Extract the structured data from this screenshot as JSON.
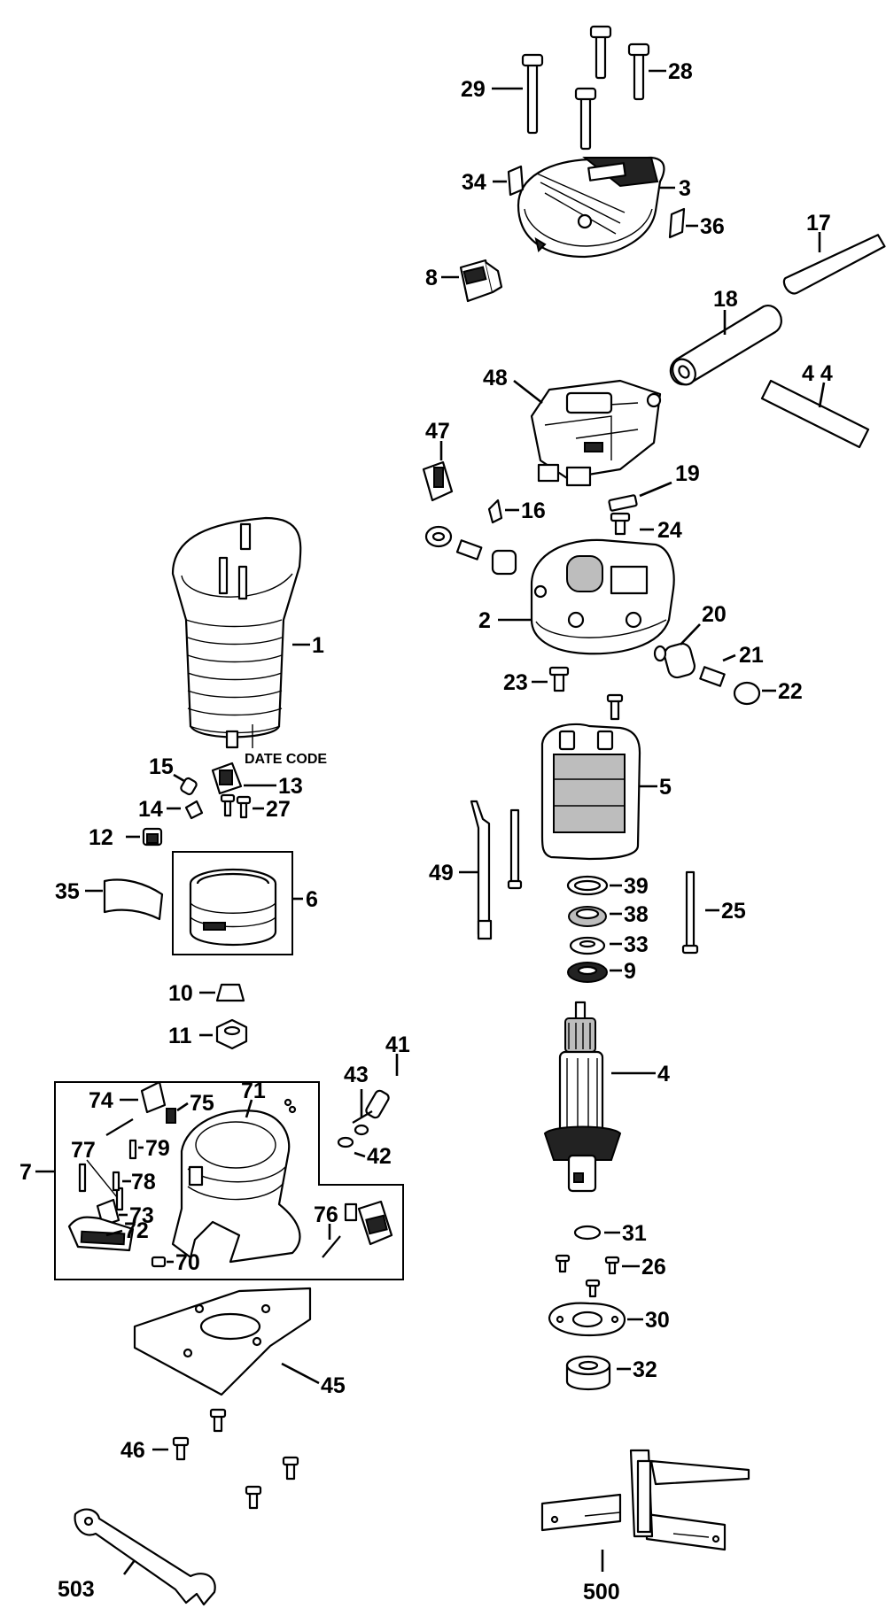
{
  "labels": {
    "p1": "1",
    "p2": "2",
    "p3": "3",
    "p4": "4",
    "p5": "5",
    "p6": "6",
    "p7": "7",
    "p8": "8",
    "p9": "9",
    "p10": "10",
    "p11": "11",
    "p12": "12",
    "p13": "13",
    "p14": "14",
    "p15": "15",
    "p16": "16",
    "p17": "17",
    "p18": "18",
    "p19": "19",
    "p20": "20",
    "p21": "21",
    "p22": "22",
    "p23": "23",
    "p24": "24",
    "p25": "25",
    "p26": "26",
    "p27": "27",
    "p28": "28",
    "p29": "29",
    "p30": "30",
    "p31": "31",
    "p32": "32",
    "p33": "33",
    "p34": "34",
    "p35": "35",
    "p36": "36",
    "p38": "38",
    "p39": "39",
    "p41": "41",
    "p42": "42",
    "p43": "43",
    "p44": "4 4",
    "p45": "45",
    "p46": "46",
    "p47": "47",
    "p48": "48",
    "p49": "49",
    "p70": "70",
    "p71": "71",
    "p72": "72",
    "p73": "73",
    "p74": "74",
    "p75": "75",
    "p76": "76",
    "p77": "77",
    "p78": "78",
    "p79": "79",
    "p500": "500",
    "p503": "503",
    "date_code": "DATE CODE"
  }
}
